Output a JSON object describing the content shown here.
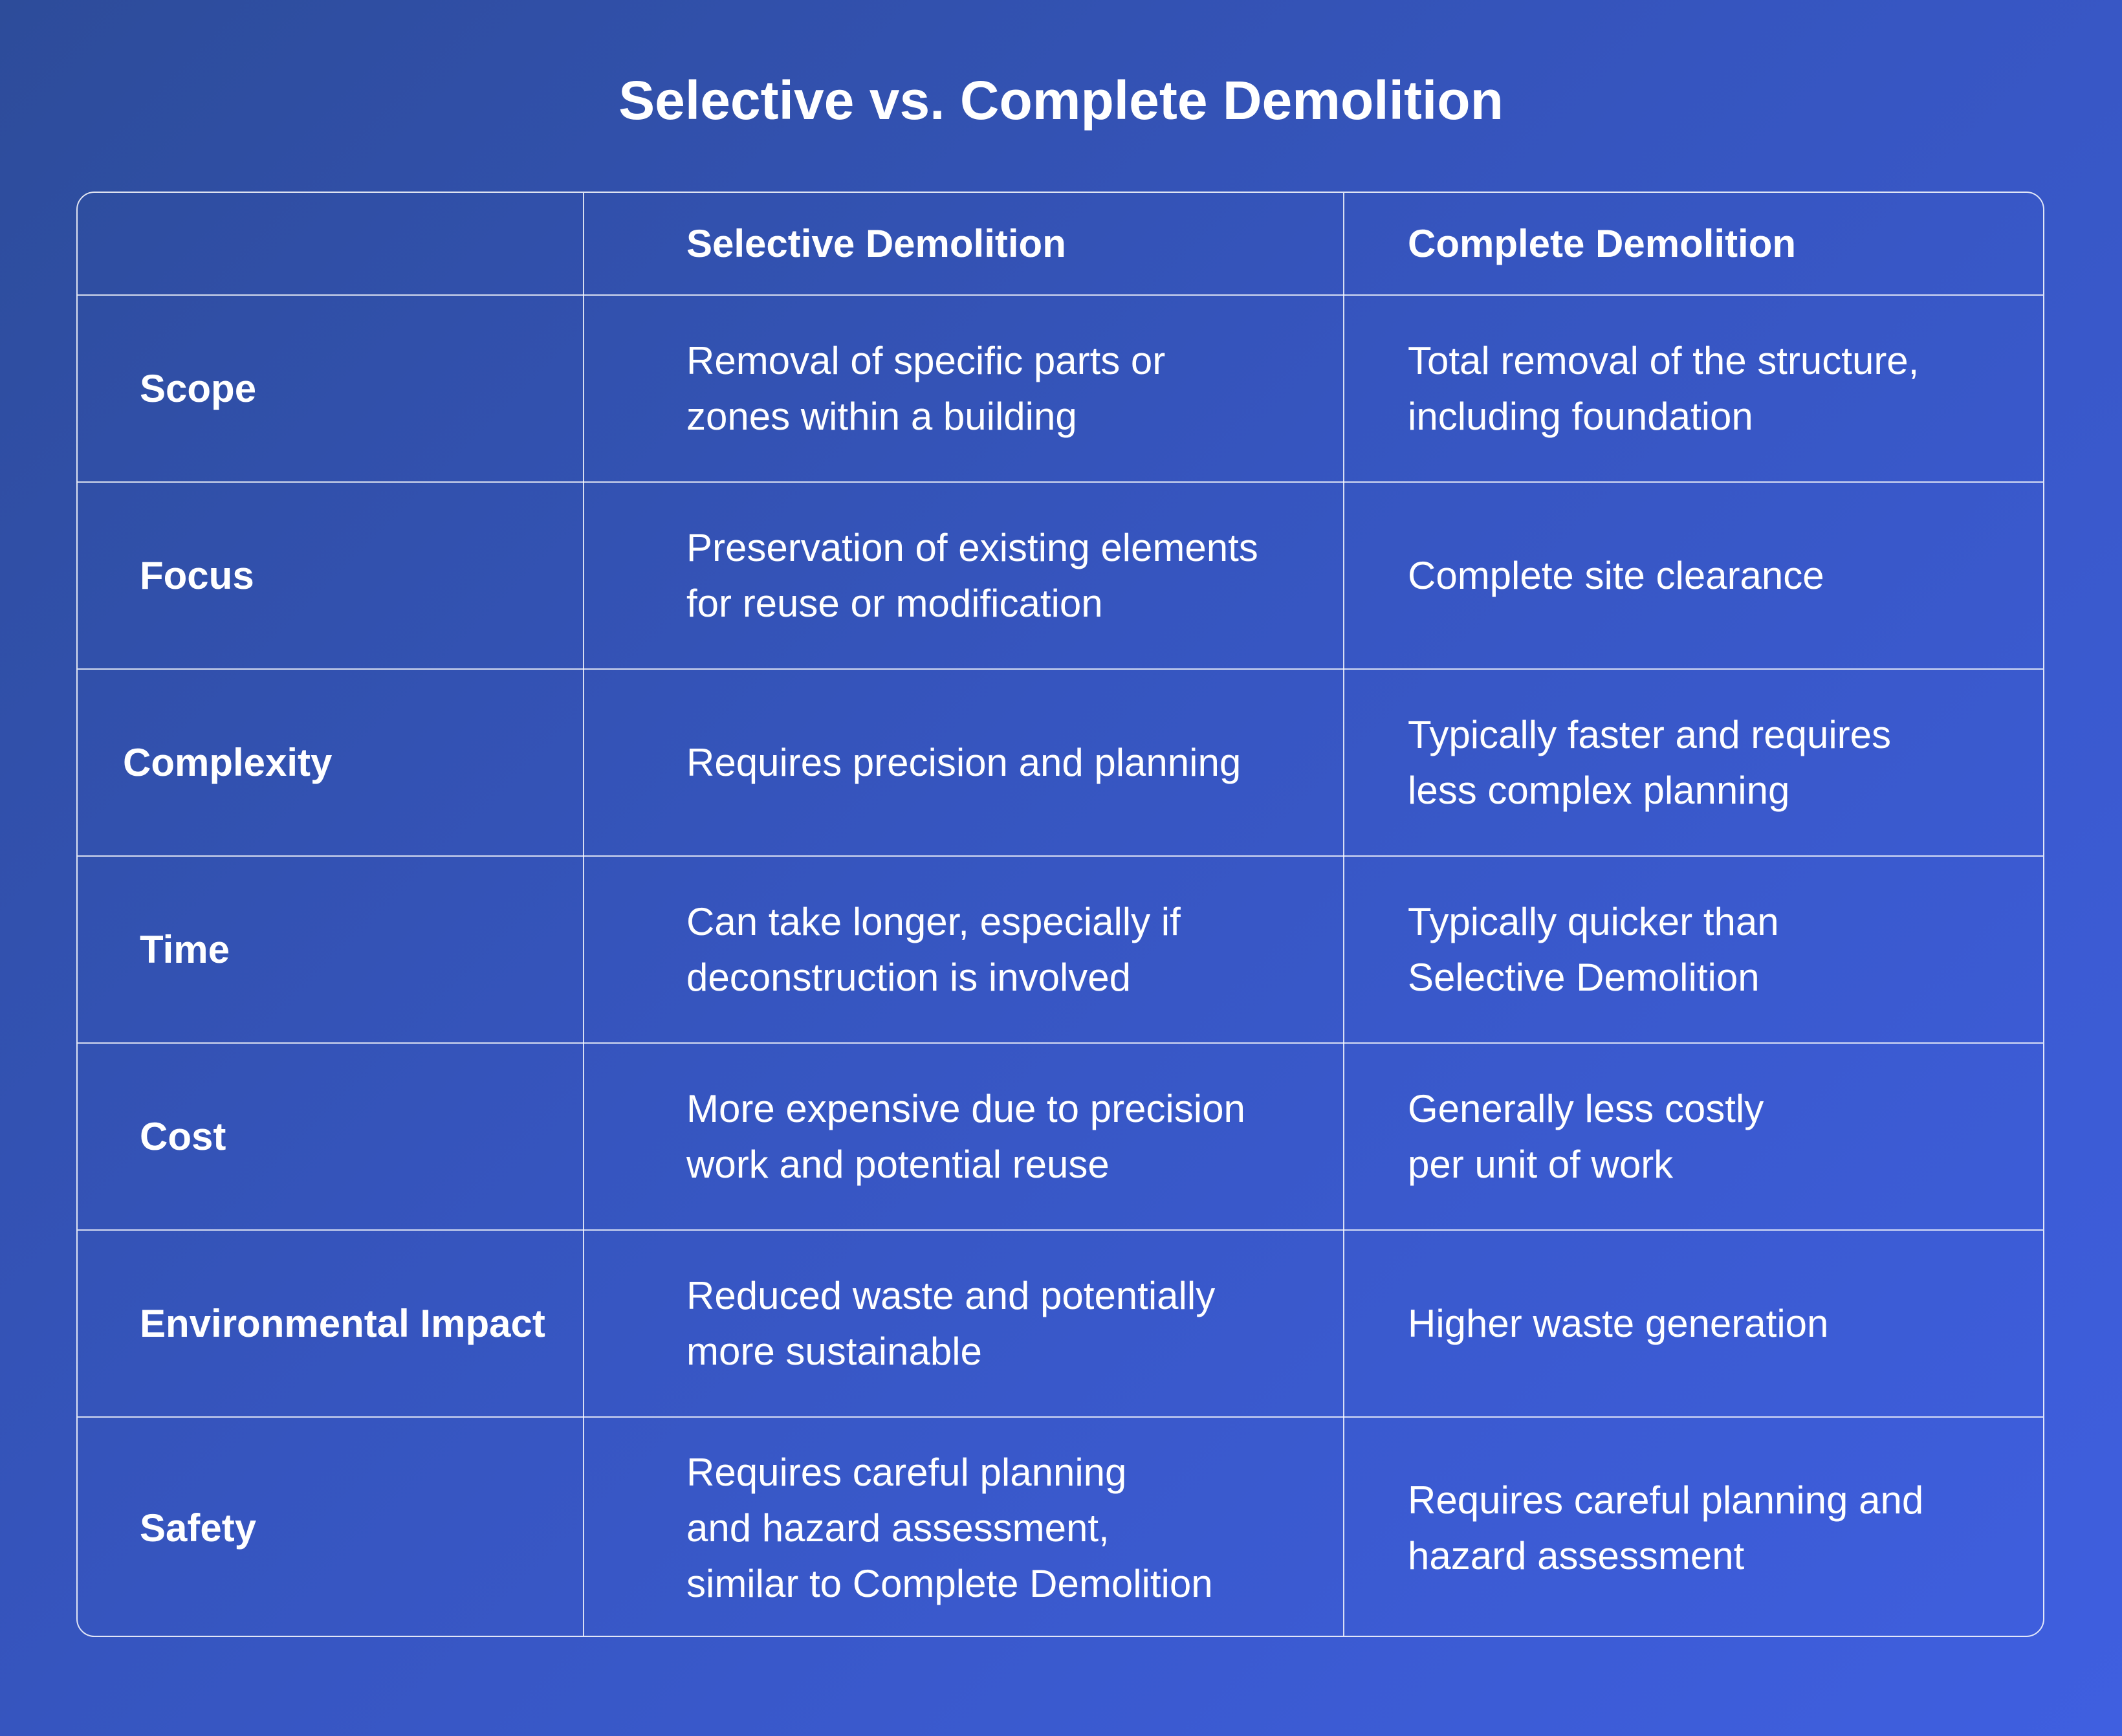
{
  "title": "Selective vs. Complete Demolition",
  "table": {
    "headers": [
      "",
      "Selective Demolition",
      "Complete Demolition"
    ],
    "rows": [
      {
        "criterion": "Scope",
        "selective": "Removal of specific parts or\nzones within a building",
        "complete": "Total removal of the structure,\nincluding foundation"
      },
      {
        "criterion": "Focus",
        "selective": "Preservation of existing elements\nfor reuse or modification",
        "complete": "Complete site clearance"
      },
      {
        "criterion": "Complexity",
        "selective": "Requires precision and planning",
        "complete": "Typically faster and requires\nless complex planning"
      },
      {
        "criterion": "Time",
        "selective": "Can take longer, especially if\ndeconstruction is involved",
        "complete": "Typically quicker than\nSelective Demolition"
      },
      {
        "criterion": "Cost",
        "selective": "More expensive due to precision\nwork and potential reuse",
        "complete": "Generally less costly\nper unit of work"
      },
      {
        "criterion": "Environmental Impact",
        "selective": "Reduced waste and potentially\nmore sustainable",
        "complete": "Higher waste generation"
      },
      {
        "criterion": "Safety",
        "selective": "Requires careful planning\nand hazard assessment,\nsimilar to Complete Demolition",
        "complete": "Requires careful planning and\nhazard assessment"
      }
    ]
  }
}
